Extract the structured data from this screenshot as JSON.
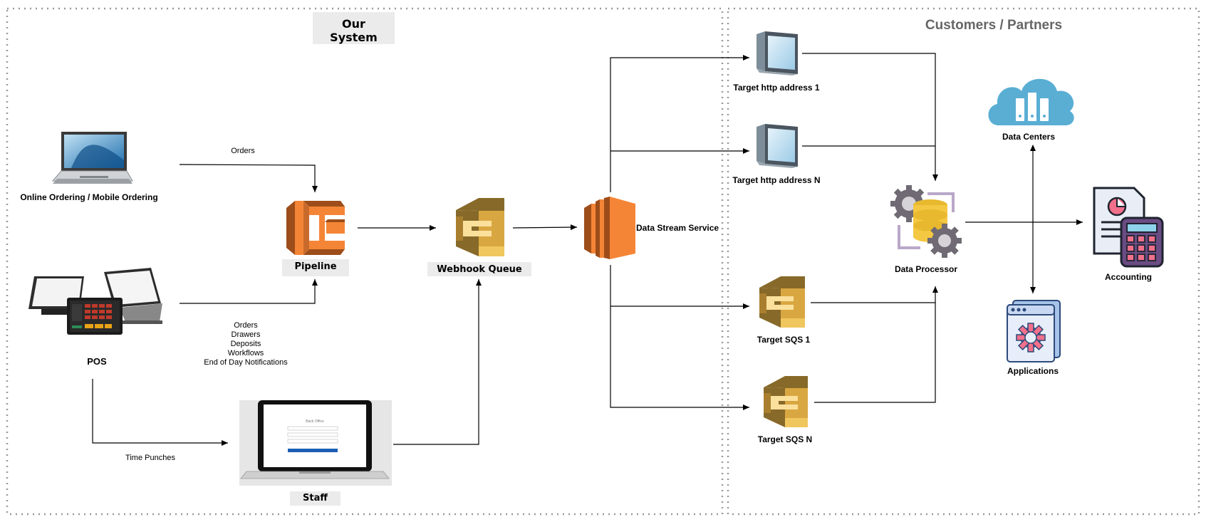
{
  "sections": {
    "our_system": "Our System",
    "customers": "Customers / Partners"
  },
  "nodes": {
    "online_ordering": "Online Ordering / Mobile Ordering",
    "pos": "POS",
    "pipeline": "Pipeline",
    "webhook_queue": "Webhook Queue",
    "data_stream": "Data Stream Service",
    "staff": "Staff",
    "target_http_1": "Target http address 1",
    "target_http_n": "Target http address N",
    "target_sqs_1": "Target SQS 1",
    "target_sqs_n": "Target SQS N",
    "data_processor": "Data Processor",
    "data_centers": "Data Centers",
    "accounting": "Accounting",
    "applications": "Applications"
  },
  "edges": {
    "orders_online": "Orders",
    "pos_events": [
      "Orders",
      "Drawers",
      "Deposits",
      "Workflows",
      "End of Day Notifications"
    ],
    "time_punches": "Time Punches"
  },
  "staff_screen": {
    "title": "Back Office"
  },
  "colors": {
    "aws_orange": "#f58536",
    "aws_orange_dark": "#9d4d1a",
    "sqs_gold": "#d9a741",
    "sqs_gold_dark": "#876929",
    "cloud_blue": "#5aaed4",
    "label_bg": "#ebebeb"
  }
}
